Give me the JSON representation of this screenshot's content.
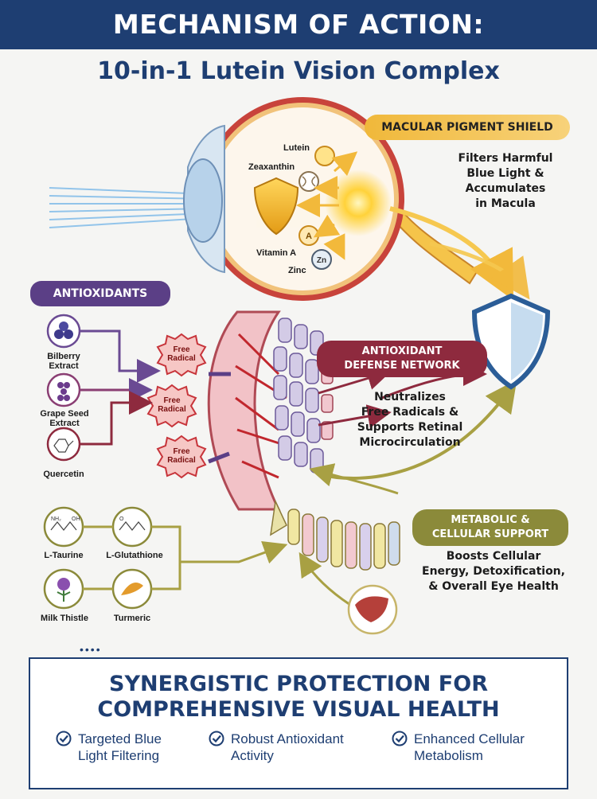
{
  "title": "MECHANISM OF ACTION:",
  "subtitle": "10-in-1 Lutein Vision Complex",
  "sections": {
    "macular": {
      "label": "MACULAR PIGMENT SHIELD",
      "description": [
        "Filters Harmful",
        "Blue Light &",
        "Accumulates",
        "in Macula"
      ],
      "nutrients": [
        "Lutein",
        "Zeaxanthin",
        "Vitamin A",
        "Zinc"
      ],
      "icon_letters": {
        "vitamin_a": "A",
        "zinc": "Zn"
      }
    },
    "antioxidants": {
      "label": "ANTIOXIDANTS",
      "items": [
        {
          "name": [
            "Bilberry",
            "Extract"
          ],
          "icon": "bilberry-icon"
        },
        {
          "name": [
            "Grape Seed",
            "Extract"
          ],
          "icon": "grape-icon"
        },
        {
          "name": [
            "Quercetin"
          ],
          "icon": "molecule-icon"
        }
      ],
      "free_radical": [
        "Free",
        "Radical"
      ]
    },
    "defense": {
      "label": [
        "ANTIOXIDANT",
        "DEFENSE NETWORK"
      ],
      "description": [
        "Neutralizes",
        "Free Radicals &",
        "Supports Retinal",
        "Microcirculation"
      ]
    },
    "metabolic": {
      "label": [
        "METABOLIC &",
        "CELLULAR SUPPORT"
      ],
      "description": [
        "Boosts Cellular",
        "Energy, Detoxification,",
        "& Overall Eye Health"
      ],
      "items": [
        "L-Taurine",
        "L-Glutathione",
        "Milk Thistle",
        "Turmeric"
      ],
      "molecule_labels": {
        "nh2": "NH₂",
        "oh": "OH",
        "o": "O"
      }
    }
  },
  "summary": {
    "title": [
      "SYNERGISTIC PROTECTION FOR",
      "COMPREHENSIVE VISUAL HEALTH"
    ],
    "benefits": [
      [
        "Targeted Blue",
        "Light Filtering"
      ],
      [
        "Robust Antioxidant",
        "Activity"
      ],
      [
        "Enhanced Cellular",
        "Metabolism"
      ]
    ]
  },
  "colors": {
    "navy": "#1e3e72",
    "gold": "#f2b93b",
    "purple": "#5b3f86",
    "red": "#8e2a3e",
    "olive": "#8b8a3a"
  }
}
